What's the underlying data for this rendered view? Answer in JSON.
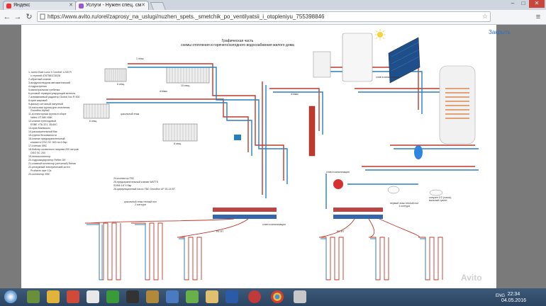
{
  "browser": {
    "tabs": [
      {
        "label": "Яндекс",
        "active": false
      },
      {
        "label": "Услуги - Нужен спец. см",
        "active": true
      }
    ],
    "url": "https://www.avito.ru/orel/zaprosy_na_uslugi/nuzhen_spets._smetchik_po_ventilyatsii_i_otopleniyu_755398846"
  },
  "page": {
    "close_label": "Закрыть",
    "watermark": "Avito"
  },
  "diagram": {
    "title": "Графическая часть\nсхемы отопления и горячего/холодного водоснабжения жилого дома",
    "legend": [
      "1- котел Baxi Luna 3 Comfort 1.240 Fi",
      "   с ступней 4767581CD028",
      "2-обратный клапан",
      "3-воздухоотводчик автоматический",
      "4-гидрострелка",
      "5-магистральная гребенка",
      "6-угловой терморегулирующий вентиль",
      "7-алюминиевый радиатор Global Vox R 500",
      "8-кран шаровой",
      "9-фильтр сетчатый латунный",
      "10-насосная группа для отопления",
      "   Grundfos Alpha2",
      "11-коллекторная группа в сборе",
      "   Valtec VT 580 NNK",
      "12-клапан трехходовой",
      "   ESBE VTA 321, 35-60С",
      "13-кран Маевского",
      "14-расширительный бак",
      "15-группа безопасности",
      "16-клапан предохранительный",
      "   клапан в OSO SC 300 на 6 бар",
      "17-счетчик ХВС",
      "18-бойлер косвенного нагрева 200 литров",
      "   OSO SC 200",
      "19-гелиоколлектор",
      "20-гидроаккумулятор Reflex DE",
      "21-сливной коллектор (сетчатый) Rehau",
      "22-резервный электрический котел",
      "   Protherm скат 12к",
      "23-коллектор ХВС"
    ],
    "labels": {
      "floor1": "1 этаж",
      "basement": "цокольный этаж",
      "sections6": "6 секц.",
      "sections10": "10 секц.",
      "sections8": "8 секц.",
      "heated_floor_left": "цокольный этаж теплый пол\n2 контура",
      "heated_floor_right": "первый этаж теплый пол\n3 контура",
      "drain": "слив в канализацию",
      "pex": "PE-RT",
      "pipe": "d16мм",
      "item24": "24-коллектор ГВС",
      "item25": "25-предохранительный клапан WATTS",
      "item25b": "   SVM6 1/4\"4 бар",
      "item26": "26-циркуляционный насос ГВС Grundfos UP 15-14 BT",
      "sink": "санузел 1/2 (топка),\nвальный туалет",
      "first_floor_loops": "первый этаж теплый пол\n3 контура"
    }
  },
  "taskbar": {
    "lang": "ENG",
    "time": "22:34",
    "date": "04.05.2016"
  }
}
